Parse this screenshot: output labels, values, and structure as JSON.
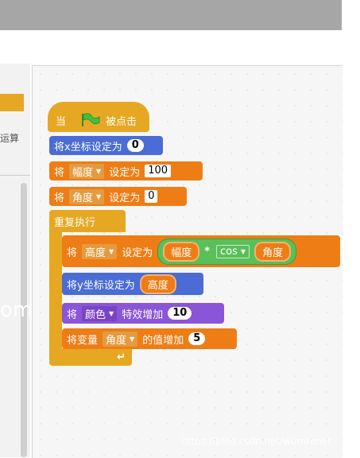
{
  "palette": {
    "category_text": "运算",
    "watermark": "om"
  },
  "script": {
    "hat_when": "当",
    "hat_clicked": "被点击",
    "set_x": "将x坐标设定为",
    "set_x_value": "0",
    "set_var1_prefix": "将",
    "set_var1_var": "幅度",
    "set_var1_to": "设定为",
    "set_var1_value": "100",
    "set_var2_prefix": "将",
    "set_var2_var": "角度",
    "set_var2_to": "设定为",
    "set_var2_value": "0",
    "forever": "重复执行",
    "inner_set_prefix": "将",
    "inner_set_var": "高度",
    "inner_set_to": "设定为",
    "op_left": "幅度",
    "op_symbol": "*",
    "op_func": "cos",
    "op_right": "角度",
    "set_y": "将y坐标设定为",
    "set_y_value": "高度",
    "effect_prefix": "将",
    "effect_name": "颜色",
    "effect_change": "特效增加",
    "effect_value": "10",
    "change_var_prefix": "将变量",
    "change_var_name": "角度",
    "change_var_by": "的值增加",
    "change_var_value": "5",
    "loop_arrow": "↵"
  },
  "watermark": "https://blog.csdn.net/womrenet",
  "colors": {
    "control": "#e6a822",
    "motion": "#4a6cd4",
    "variables": "#ee7d16",
    "looks": "#8a55d7",
    "operators": "#59c059",
    "flag": "#3ec23e"
  }
}
